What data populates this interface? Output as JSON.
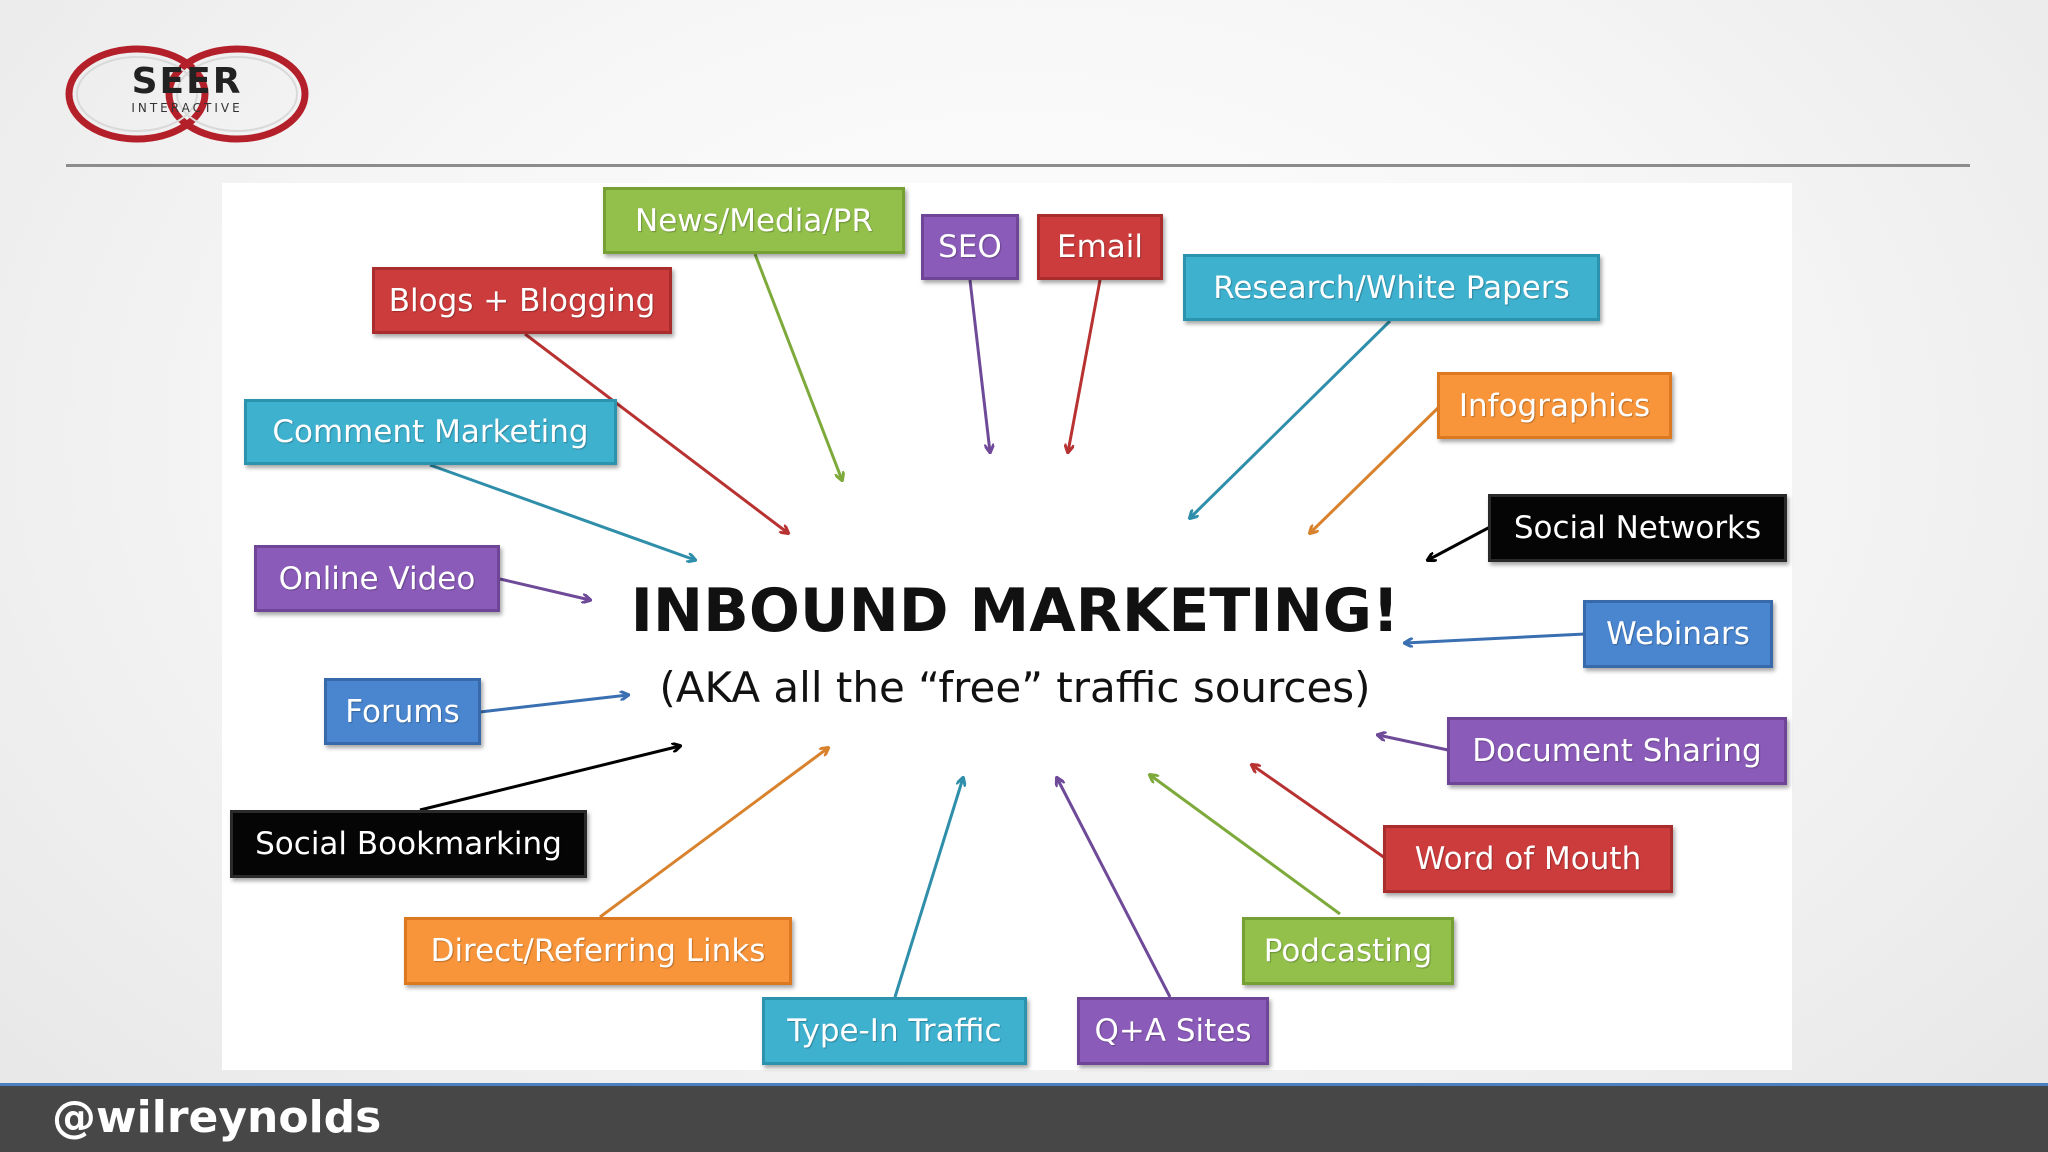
{
  "logo": {
    "title": "SEER",
    "subtitle": "INTERACTIVE",
    "ring_color": "#b4202a"
  },
  "diagram": {
    "title": "INBOUND MARKETING!",
    "subtitle": "(AKA all the “free” traffic sources)",
    "nodes": [
      {
        "id": "news",
        "label": "News/Media/PR",
        "color": "green"
      },
      {
        "id": "seo",
        "label": "SEO",
        "color": "purple"
      },
      {
        "id": "email",
        "label": "Email",
        "color": "red"
      },
      {
        "id": "blogs",
        "label": "Blogs + Blogging",
        "color": "red"
      },
      {
        "id": "research",
        "label": "Research/White Papers",
        "color": "teal"
      },
      {
        "id": "comment",
        "label": "Comment Marketing",
        "color": "teal"
      },
      {
        "id": "infograph",
        "label": "Infographics",
        "color": "orange"
      },
      {
        "id": "socialnet",
        "label": "Social Networks",
        "color": "black"
      },
      {
        "id": "video",
        "label": "Online Video",
        "color": "purple"
      },
      {
        "id": "webinars",
        "label": "Webinars",
        "color": "blue"
      },
      {
        "id": "forums",
        "label": "Forums",
        "color": "blue"
      },
      {
        "id": "docshare",
        "label": "Document Sharing",
        "color": "purple"
      },
      {
        "id": "socialbm",
        "label": "Social Bookmarking",
        "color": "black"
      },
      {
        "id": "wom",
        "label": "Word of Mouth",
        "color": "red"
      },
      {
        "id": "direct",
        "label": "Direct/Referring Links",
        "color": "orange"
      },
      {
        "id": "podcast",
        "label": "Podcasting",
        "color": "green"
      },
      {
        "id": "typein",
        "label": "Type-In Traffic",
        "color": "teal"
      },
      {
        "id": "qa",
        "label": "Q+A Sites",
        "color": "purple"
      }
    ]
  },
  "colors": {
    "green": "#8db53f",
    "red": "#c03434",
    "purple": "#7b52a6",
    "teal": "#34a0bd",
    "orange": "#f08a30",
    "blue": "#3f78be",
    "black": "#000000"
  },
  "footer": {
    "handle": "@wilreynolds",
    "accent": "#4a7fc2"
  }
}
